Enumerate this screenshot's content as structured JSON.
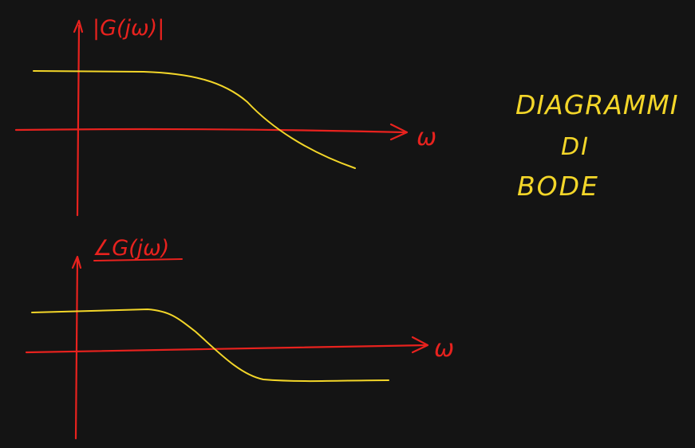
{
  "colors": {
    "background": "#141414",
    "axes": "#e8221e",
    "curve": "#f3d629",
    "title": "#f3d629"
  },
  "title": {
    "line1": "DIAGRAMMI",
    "line2": "DI",
    "line3": "BODE"
  },
  "magnitude_plot": {
    "y_label": "|G(jω)|",
    "x_label": "ω"
  },
  "phase_plot": {
    "y_label": "∠G(jω)",
    "x_label": "ω"
  }
}
